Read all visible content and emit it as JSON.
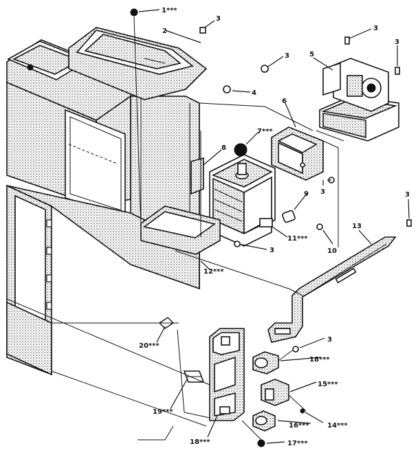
{
  "labels": {
    "l1": "1***",
    "l2": "2",
    "l3a": "3",
    "l3b": "3",
    "l3c": "3",
    "l3d": "3",
    "l3e": "3",
    "l3f": "3",
    "l3g": "3",
    "l3h": "3",
    "l4": "4",
    "l5": "5",
    "l6": "6",
    "l7": "7***",
    "l8": "8",
    "l9": "9",
    "l10": "10",
    "l11": "11***",
    "l12": "12***",
    "l13": "13",
    "l14": "14***",
    "l15": "15***",
    "l16": "16***",
    "l17": "17***",
    "l18a": "18***",
    "l18b": "18***",
    "l19": "19***",
    "l20": "20***"
  },
  "colors": {
    "ink": "#111111",
    "paper": "#ffffff"
  }
}
